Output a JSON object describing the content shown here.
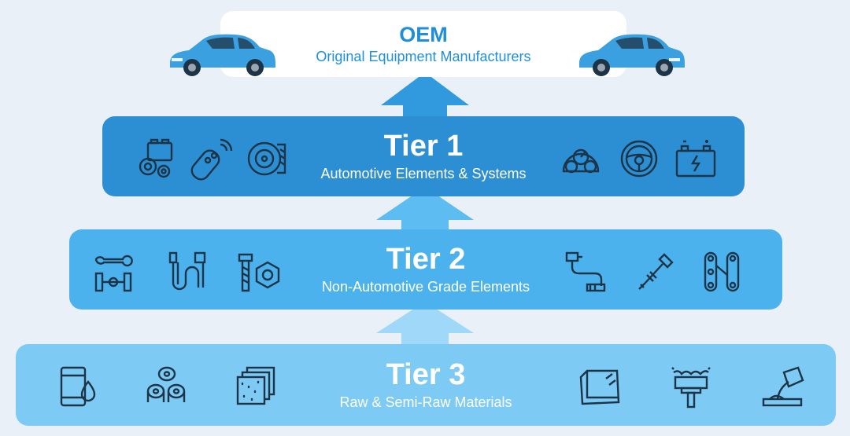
{
  "oem": {
    "title": "OEM",
    "subtitle": "Original Equipment Manufacturers"
  },
  "tiers": [
    {
      "title": "Tier 1",
      "subtitle": "Automotive Elements & Systems",
      "color": "#2c8fd4",
      "icons_left": [
        "engine-gears-icon",
        "car-key-fob-icon",
        "tire-icon"
      ],
      "icons_right": [
        "dashboard-gauge-icon",
        "steering-wheel-icon",
        "car-battery-icon"
      ]
    },
    {
      "title": "Tier 2",
      "subtitle": "Non-Automotive Grade Elements",
      "color": "#4cb2ee",
      "icons_left": [
        "wrench-axle-icon",
        "cable-connector-icon",
        "bolt-nut-icon"
      ],
      "icons_right": [
        "sensor-cable-icon",
        "suspension-strut-icon",
        "link-bracket-icon"
      ]
    },
    {
      "title": "Tier 3",
      "subtitle": "Raw & Semi-Raw Materials",
      "color": "#7dcaf5",
      "icons_left": [
        "oil-barrel-icon",
        "rolls-icon",
        "sheet-material-icon"
      ],
      "icons_right": [
        "glass-panel-icon",
        "paint-brush-icon",
        "molten-metal-pour-icon"
      ]
    }
  ],
  "colors": {
    "background": "#e9f0f7",
    "icon_stroke": "#1d3346",
    "car_body": "#3aa0e0"
  }
}
